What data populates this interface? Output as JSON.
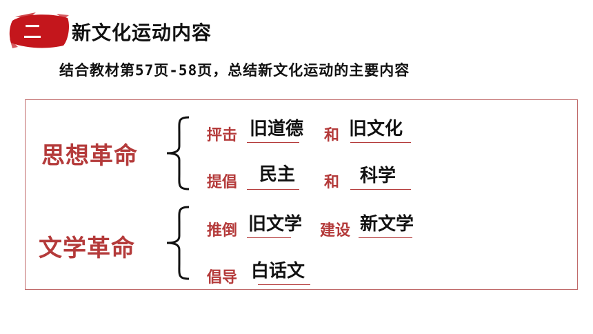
{
  "header": {
    "badge_label": "二",
    "title": "新文化运动内容",
    "subtitle": "结合教材第57页-58页，总结新文化运动的主要内容"
  },
  "colors": {
    "accent": "#b43a3a",
    "badge": "#c4161c",
    "text": "#111111"
  },
  "sections": [
    {
      "category": "思想革命",
      "rows": [
        {
          "verb1": "抨击",
          "answer1": "旧道德",
          "verb2": "和",
          "answer2": "旧文化"
        },
        {
          "verb1": "提倡",
          "answer1": "民主",
          "verb2": "和",
          "answer2": "科学"
        }
      ]
    },
    {
      "category": "文学革命",
      "rows": [
        {
          "verb1": "推倒",
          "answer1": "旧文学",
          "verb2": "建设",
          "answer2": "新文学"
        },
        {
          "verb1": "倡导",
          "answer1": "白话文"
        }
      ]
    }
  ]
}
